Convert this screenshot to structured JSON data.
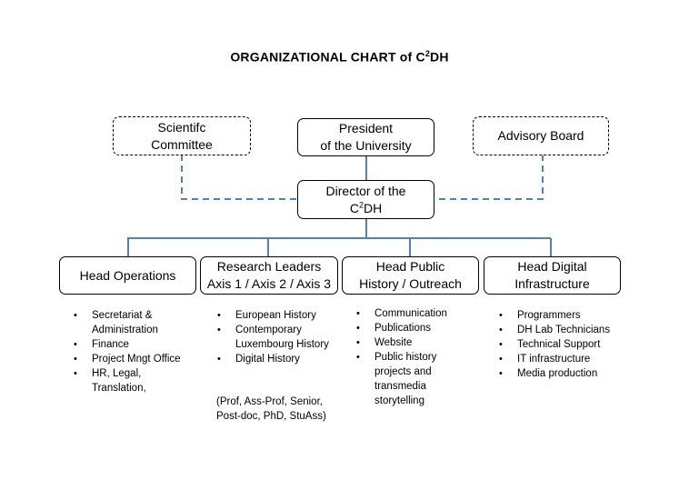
{
  "title": {
    "text": "ORGANIZATIONAL CHART of C",
    "sup": "2",
    "suffix": "DH"
  },
  "boxes": {
    "scientific_committee": {
      "line1": "Scientifc",
      "line2": "Committee"
    },
    "president": {
      "line1": "President",
      "line2": "of the University"
    },
    "advisory_board": {
      "line1": "Advisory Board"
    },
    "director": {
      "line1": "Director of the",
      "line2_main": "C",
      "line2_sup": "2",
      "line2_suffix": "DH"
    },
    "head_operations": {
      "line1": "Head Operations"
    },
    "research_leaders": {
      "line1": "Research Leaders",
      "line2": "Axis 1 / Axis 2 / Axis 3"
    },
    "head_public_history": {
      "line1": "Head Public",
      "line2": "History / Outreach"
    },
    "head_digital": {
      "line1": "Head Digital",
      "line2": "Infrastructure"
    }
  },
  "lists": {
    "operations": [
      "Secretariat & Administration",
      "Finance",
      "Project Mngt Office",
      "HR, Legal, Translation,"
    ],
    "research": [
      "European History",
      "Contemporary Luxembourg History",
      "Digital History"
    ],
    "research_note": "(Prof, Ass-Prof, Senior, Post-doc, PhD, StuAss)",
    "public_history": [
      "Communication",
      "Publications",
      "Website",
      "Public history projects and transmedia storytelling"
    ],
    "digital": [
      "Programmers",
      "DH Lab Technicians",
      "Technical Support",
      "IT infrastructure",
      "Media production"
    ]
  },
  "colors": {
    "connector": "#4f81bd",
    "border": "#000000"
  }
}
